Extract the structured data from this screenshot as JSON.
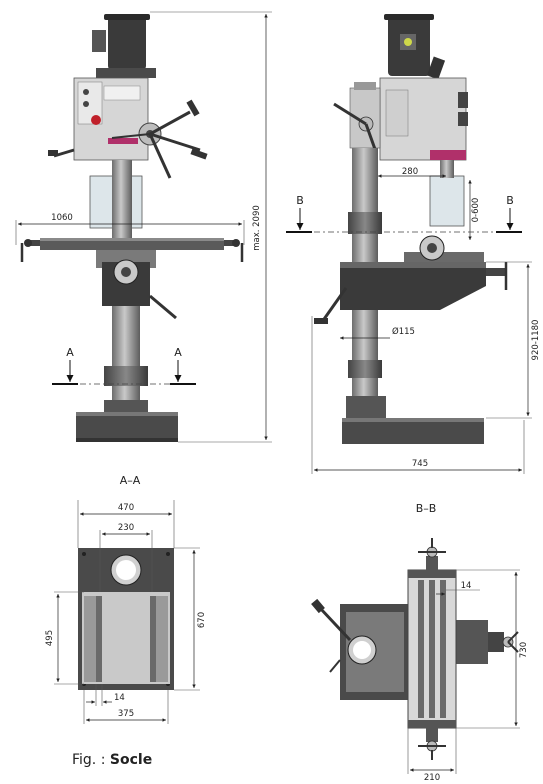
{
  "dimensions": {
    "max_height": "max. 2090",
    "table_width": "1060",
    "spindle_reach": "280",
    "table_travel": "0-600",
    "column_diameter": "Ø115",
    "table_height": "920-1180",
    "depth": "745",
    "base_width": "470",
    "base_inner": "230",
    "base_slot_height": "495",
    "base_length": "670",
    "base_slot": "14",
    "base_bolt": "375",
    "table_slot": "14",
    "table_length": "730",
    "table_width_small": "210"
  },
  "section_labels": {
    "a": "A",
    "b": "B",
    "aa": "A–A",
    "bb": "B–B"
  },
  "caption": {
    "prefix": "Fig. : ",
    "title": "Socle"
  },
  "colors": {
    "dark": "#3a3a3a",
    "mid": "#8a8a8a",
    "light": "#c8c8c8",
    "accent": "#b0306a",
    "red": "#c0202a",
    "guard": "#dde6ea"
  }
}
